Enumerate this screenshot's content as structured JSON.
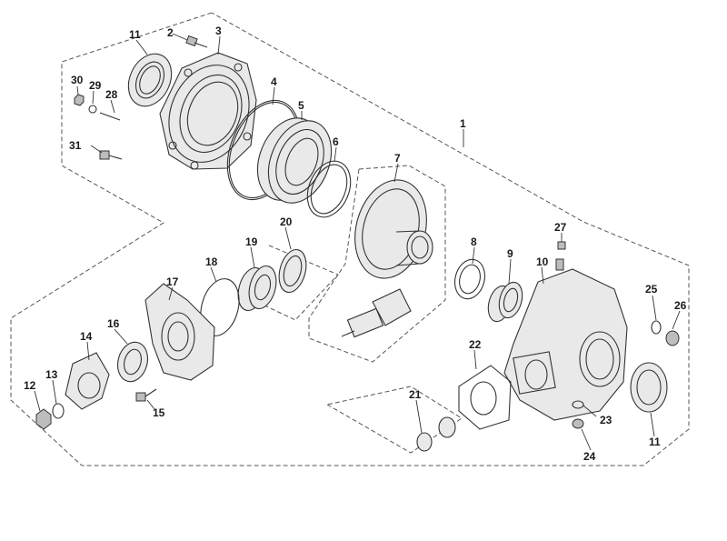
{
  "callouts": {
    "c1": "1",
    "c2": "2",
    "c3": "3",
    "c4": "4",
    "c5": "5",
    "c6": "6",
    "c7": "7",
    "c8": "8",
    "c9": "9",
    "c10": "10",
    "c11a": "11",
    "c11b": "11",
    "c12": "12",
    "c13": "13",
    "c14": "14",
    "c15": "15",
    "c16": "16",
    "c17": "17",
    "c18": "18",
    "c19": "19",
    "c20": "20",
    "c21": "21",
    "c22": "22",
    "c23": "23",
    "c24": "24",
    "c25": "25",
    "c26": "26",
    "c27": "27",
    "c28": "28",
    "c29": "29",
    "c30": "30",
    "c31": "31"
  }
}
